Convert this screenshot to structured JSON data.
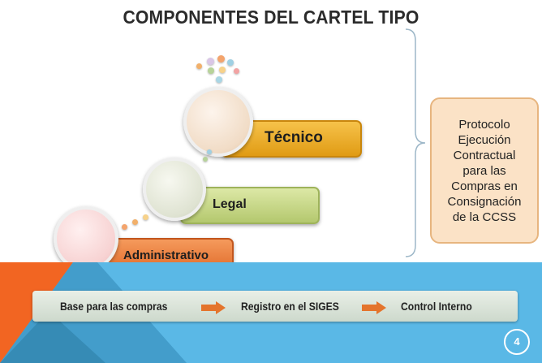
{
  "title": "COMPONENTES DEL CARTEL TIPO",
  "steps": [
    {
      "label": "Técnico",
      "circle_color": "#f1dcc6",
      "bar_color": "#f0ae2e"
    },
    {
      "label": "Legal",
      "circle_color": "#dfe3d2",
      "bar_color": "#c9d98a"
    },
    {
      "label": "Administrativo",
      "circle_color": "#f7d2d2",
      "bar_color": "#ee8240"
    }
  ],
  "protocolo": {
    "text": "Protocolo\nEjecución\nContractual\npara las\nCompras en\nConsignación\nde la CCSS",
    "fill": "#fbe2c6"
  },
  "flow": {
    "items": [
      "Base para las compras",
      "Registro en el SIGES",
      "Control Interno"
    ],
    "arrow_icon": "right-arrow-icon",
    "arrow_color": "#e4742c"
  },
  "page_number": "4",
  "colors": {
    "band_blue": "#5ab8e6",
    "band_orange": "#f26522",
    "band_dark": "#2e7fa6"
  }
}
